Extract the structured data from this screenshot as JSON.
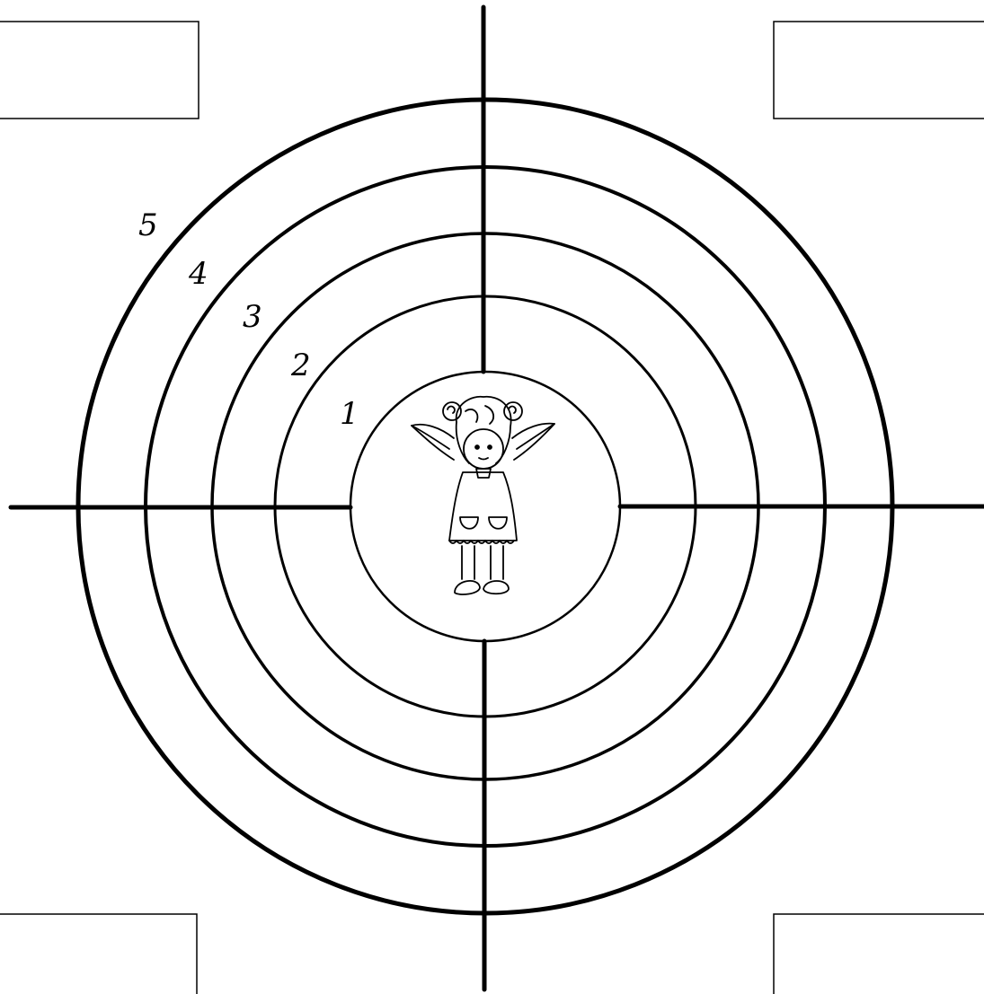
{
  "target": {
    "ring_labels": [
      "1",
      "2",
      "3",
      "4",
      "5"
    ],
    "center_image": "girl-with-pigtails-arms-raised",
    "corner_boxes": [
      "top-left",
      "top-right",
      "bottom-left",
      "bottom-right"
    ]
  },
  "colors": {
    "line": "#000000",
    "background": "#ffffff"
  }
}
